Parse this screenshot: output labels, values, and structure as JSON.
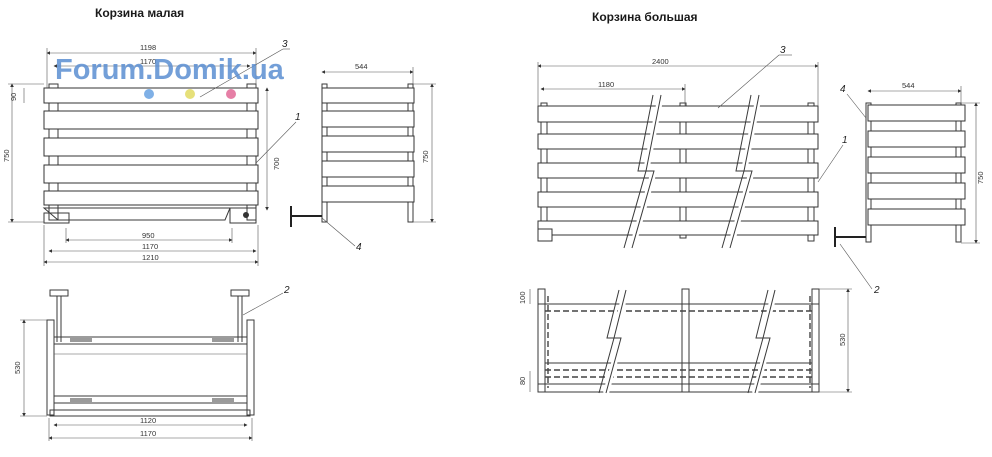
{
  "titles": {
    "small": "Корзина малая",
    "large": "Корзина большая"
  },
  "watermark": "Forum.Domik.ua",
  "watermark_dot_colors": [
    "#7fb0e6",
    "#e6e07a",
    "#e67fa6"
  ],
  "callouts": [
    "1",
    "2",
    "3",
    "4"
  ],
  "small_basket": {
    "dims": {
      "top_width": "1198",
      "inner_width": "1170",
      "slat_height": "90",
      "overall_height": "750",
      "inner_height": "700",
      "base_950": "950",
      "base_1170": "1170",
      "base_1210": "1210",
      "side_width": "544",
      "side_height": "750",
      "plan_depth": "530",
      "plan_1120": "1120",
      "plan_1170": "1170"
    }
  },
  "large_basket": {
    "dims": {
      "overall_width": "2400",
      "half_width": "1180",
      "side_width": "544",
      "side_height": "750",
      "plan_top": "100",
      "plan_bottom": "80",
      "plan_depth": "530"
    }
  }
}
